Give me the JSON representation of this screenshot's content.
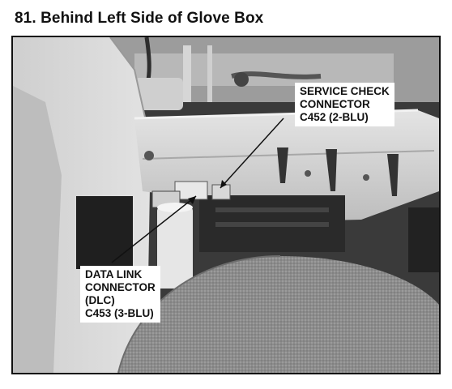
{
  "figure": {
    "title": "81. Behind Left Side of Glove Box"
  },
  "callouts": {
    "service_check": {
      "line1": "SERVICE CHECK",
      "line2": "CONNECTOR",
      "line3": "C452 (2-BLU)"
    },
    "data_link": {
      "line1": "DATA LINK",
      "line2": "CONNECTOR",
      "line3": "(DLC)",
      "line4": "C453 (3-BLU)"
    }
  },
  "colors": {
    "text": "#111111",
    "frame_border": "#111111",
    "background": "#ffffff"
  }
}
